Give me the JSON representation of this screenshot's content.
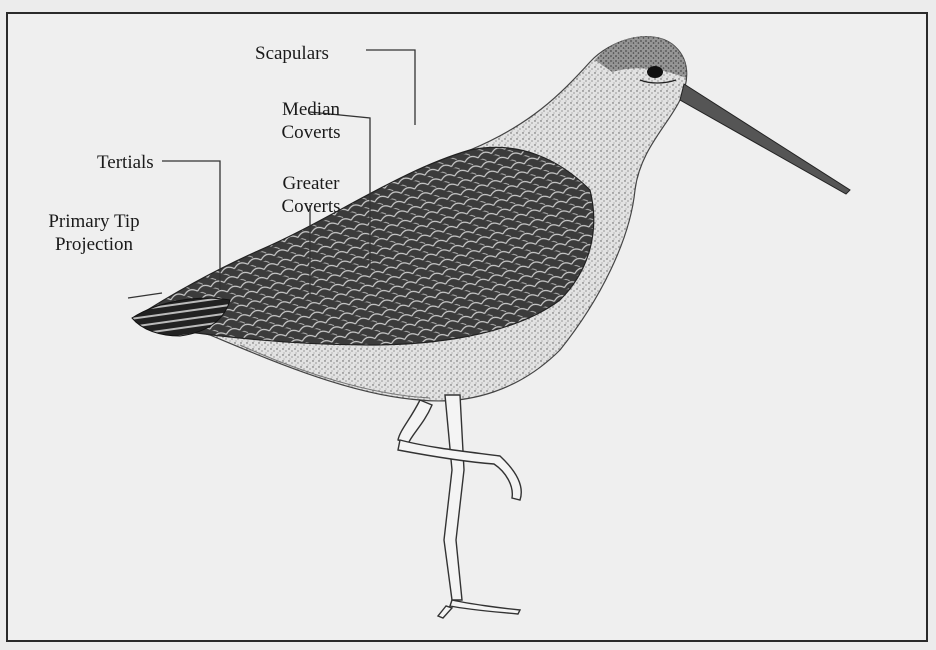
{
  "labels": {
    "scapulars": "Scapulars",
    "median_line1": "Median",
    "median_line2": "Coverts",
    "tertials": "Tertials",
    "greater_line1": "Greater",
    "greater_line2": "Coverts",
    "primary_line1": "Primary Tip",
    "primary_line2": "Projection"
  },
  "colors": {
    "ink": "#1a1a1a",
    "frame": "#2a2a2a",
    "paper": "#efefef",
    "wing_dark": "#3a3a3a",
    "body_light": "#d6d6d6"
  }
}
